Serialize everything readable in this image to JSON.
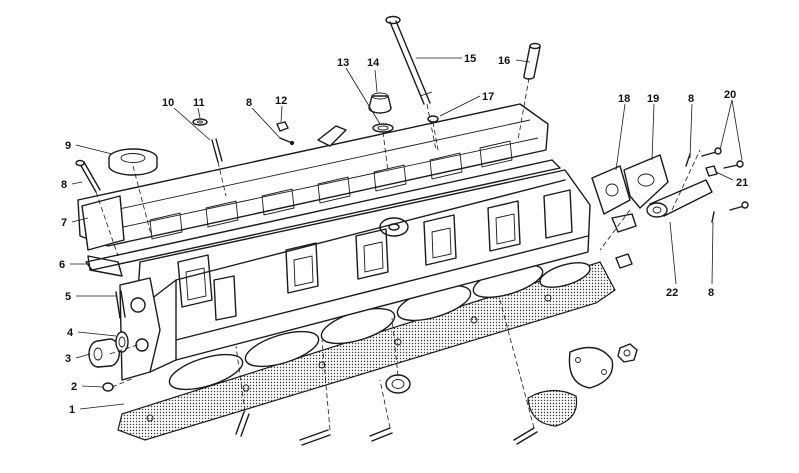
{
  "callouts": {
    "c1": "1",
    "c2": "2",
    "c3": "3",
    "c4": "4",
    "c5": "5",
    "c6": "6",
    "c7": "7",
    "c8a": "8",
    "c8b": "8",
    "c8c": "8",
    "c8d": "8",
    "c9": "9",
    "c10": "10",
    "c11": "11",
    "c12": "12",
    "c13": "13",
    "c14": "14",
    "c15": "15",
    "c16": "16",
    "c17": "17",
    "c18": "18",
    "c19": "19",
    "c20": "20",
    "c21": "21",
    "c22": "22"
  }
}
